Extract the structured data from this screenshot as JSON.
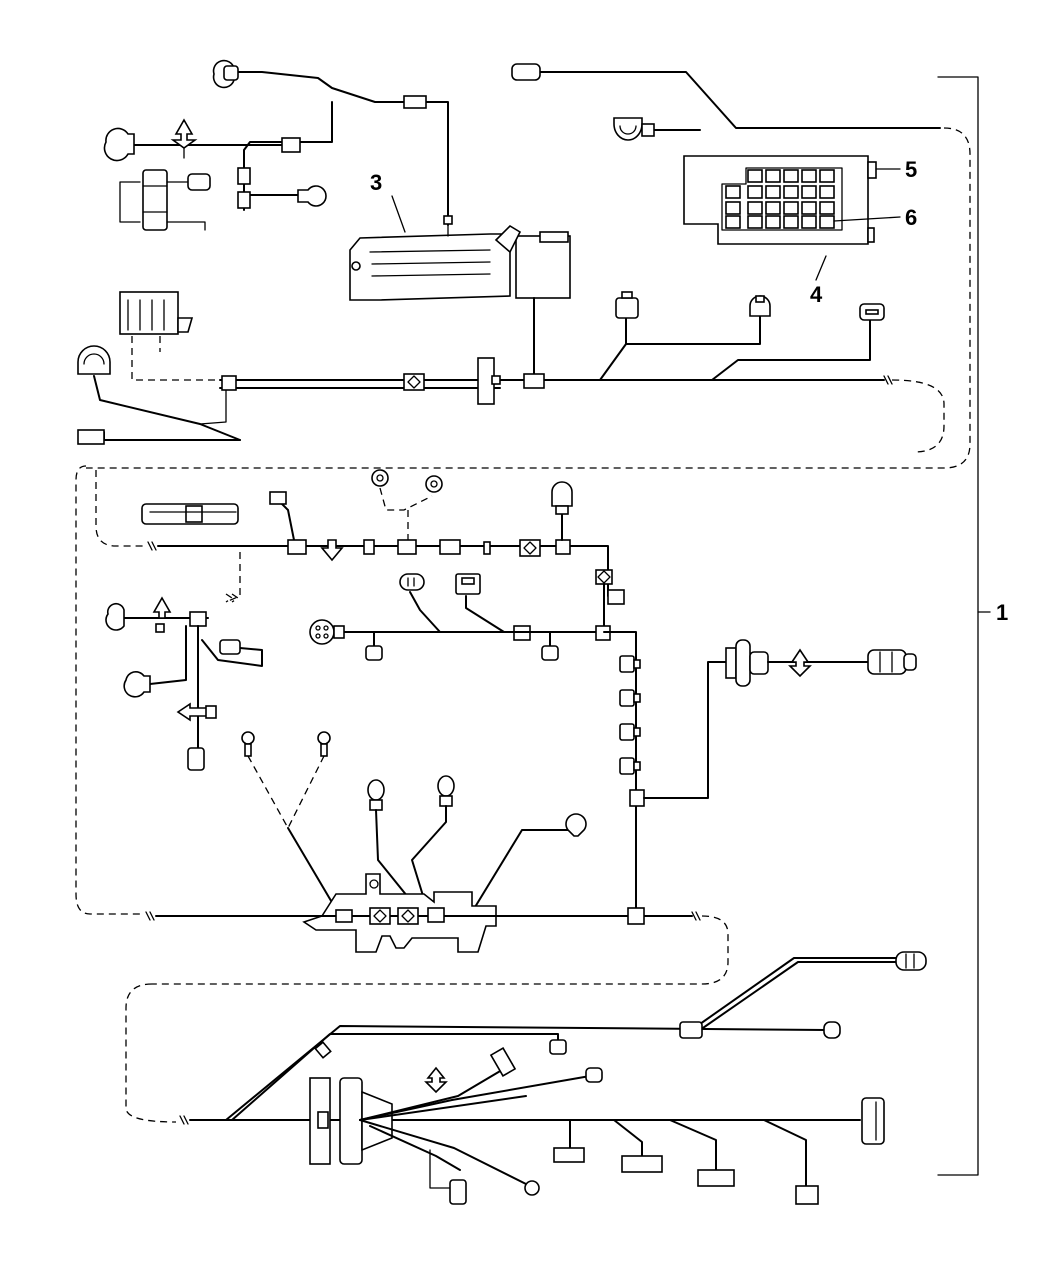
{
  "callouts": {
    "c1": "1",
    "c3": "3",
    "c4": "4",
    "c5": "5",
    "c6": "6"
  },
  "colors": {
    "ink": "#000000",
    "paper": "#ffffff"
  }
}
